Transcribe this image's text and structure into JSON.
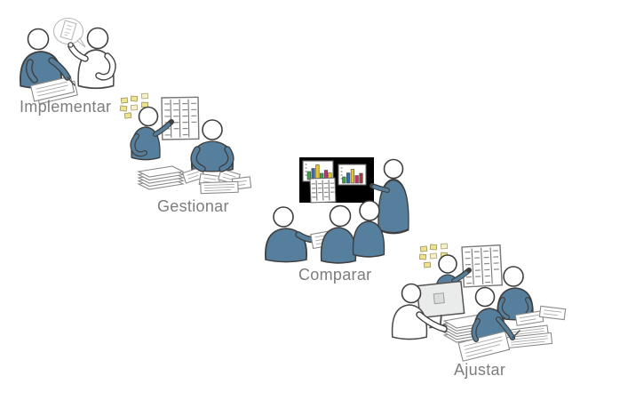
{
  "diagram": {
    "type": "process-steps-sketch",
    "direction": "top-left to bottom-right",
    "steps": [
      "Implementar",
      "Gestionar",
      "Comparar",
      "Ajustar"
    ]
  },
  "stages": [
    {
      "id": "implementar",
      "label": "Implementar",
      "elements": [
        "person-writing-icon",
        "person-talking-icon",
        "speech-bubble-icon",
        "document-icon"
      ]
    },
    {
      "id": "gestionar",
      "label": "Gestionar",
      "elements": [
        "sticky-notes-icon",
        "kanban-sheet-icon",
        "person-pointing-icon",
        "paper-stack-icon",
        "person-seated-icon",
        "scattered-papers-icon"
      ]
    },
    {
      "id": "comparar",
      "label": "Comparar",
      "elements": [
        "whiteboard-icon",
        "bar-chart-icon",
        "bar-chart-icon",
        "data-table-icon",
        "presenter-icon",
        "audience-icon",
        "handout-document-icon"
      ]
    },
    {
      "id": "ajustar",
      "label": "Ajustar",
      "elements": [
        "sticky-notes-icon",
        "kanban-sheet-icon",
        "person-pointing-icon",
        "computer-monitor-icon",
        "person-at-computer-icon",
        "paper-stack-icon",
        "person-seated-icon",
        "person-writing-icon",
        "document-icon"
      ]
    }
  ],
  "colors": {
    "background": "#ffffff",
    "shirt_blue": "#567f9d",
    "outline_dark": "#3f3f3f",
    "document_outline": "#8a8a8a",
    "sticky_yellow": "#efe28c",
    "sticky_pale": "#f6f0c8",
    "label_text": "#7d7d7d",
    "monitor_screen": "#e9ecea",
    "chart_bar_colors": [
      "#3fa04b",
      "#2e6db4",
      "#e6c52e",
      "#c3336f",
      "#b2342a"
    ]
  }
}
